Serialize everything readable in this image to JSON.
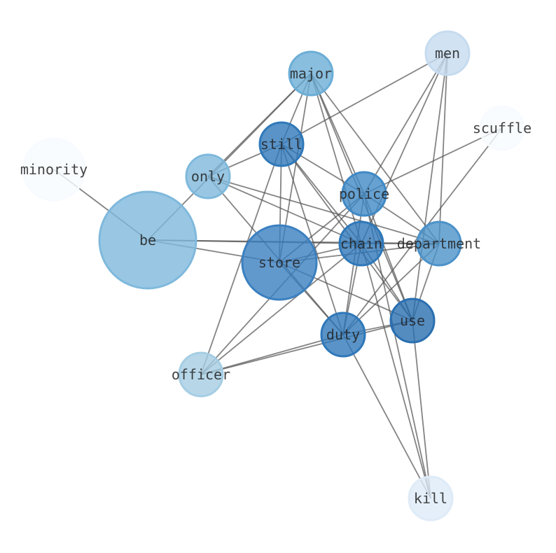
{
  "graph": {
    "nodes": [
      {
        "id": "men",
        "label": "men",
        "color": "#c6dbef"
      },
      {
        "id": "major",
        "label": "major",
        "color": "#6baed6"
      },
      {
        "id": "scuffle",
        "label": "scuffle",
        "color": "#f7fbff"
      },
      {
        "id": "still",
        "label": "still",
        "color": "#2f78b9"
      },
      {
        "id": "minority",
        "label": "minority",
        "color": "#f7fbff"
      },
      {
        "id": "only",
        "label": "only",
        "color": "#7fb9dc"
      },
      {
        "id": "police",
        "label": "police",
        "color": "#4089c5"
      },
      {
        "id": "be",
        "label": "be",
        "color": "#7fb9dc"
      },
      {
        "id": "chain",
        "label": "chain",
        "color": "#2f78b9"
      },
      {
        "id": "department",
        "label": "department",
        "color": "#4c92c9"
      },
      {
        "id": "store",
        "label": "store",
        "color": "#3b80c0"
      },
      {
        "id": "use",
        "label": "use",
        "color": "#2a6fb0"
      },
      {
        "id": "duty",
        "label": "duty",
        "color": "#2f78b9"
      },
      {
        "id": "officer",
        "label": "officer",
        "color": "#a5cde3"
      },
      {
        "id": "kill",
        "label": "kill",
        "color": "#deebf7"
      }
    ],
    "edges": [
      [
        "minority",
        "be"
      ],
      [
        "be",
        "major"
      ],
      [
        "be",
        "chain"
      ],
      [
        "be",
        "department"
      ],
      [
        "be",
        "store"
      ],
      [
        "only",
        "still"
      ],
      [
        "only",
        "chain"
      ],
      [
        "only",
        "department"
      ],
      [
        "only",
        "duty"
      ],
      [
        "only",
        "major"
      ],
      [
        "major",
        "still"
      ],
      [
        "major",
        "store"
      ],
      [
        "major",
        "police"
      ],
      [
        "major",
        "chain"
      ],
      [
        "major",
        "department"
      ],
      [
        "major",
        "use"
      ],
      [
        "men",
        "still"
      ],
      [
        "men",
        "police"
      ],
      [
        "men",
        "chain"
      ],
      [
        "men",
        "department"
      ],
      [
        "men",
        "use"
      ],
      [
        "scuffle",
        "police"
      ],
      [
        "scuffle",
        "duty"
      ],
      [
        "still",
        "police"
      ],
      [
        "still",
        "chain"
      ],
      [
        "still",
        "use"
      ],
      [
        "still",
        "duty"
      ],
      [
        "still",
        "store"
      ],
      [
        "still",
        "officer"
      ],
      [
        "police",
        "store"
      ],
      [
        "police",
        "officer"
      ],
      [
        "police",
        "duty"
      ],
      [
        "police",
        "use"
      ],
      [
        "police",
        "kill"
      ],
      [
        "police",
        "department"
      ],
      [
        "chain",
        "store"
      ],
      [
        "chain",
        "duty"
      ],
      [
        "chain",
        "officer"
      ],
      [
        "chain",
        "use"
      ],
      [
        "chain",
        "department"
      ],
      [
        "chain",
        "kill"
      ],
      [
        "department",
        "duty"
      ],
      [
        "department",
        "use"
      ],
      [
        "department",
        "store"
      ],
      [
        "store",
        "use"
      ],
      [
        "store",
        "duty"
      ],
      [
        "duty",
        "officer"
      ],
      [
        "use",
        "officer"
      ],
      [
        "duty",
        "use"
      ],
      [
        "use",
        "kill"
      ],
      [
        "duty",
        "kill"
      ]
    ]
  }
}
